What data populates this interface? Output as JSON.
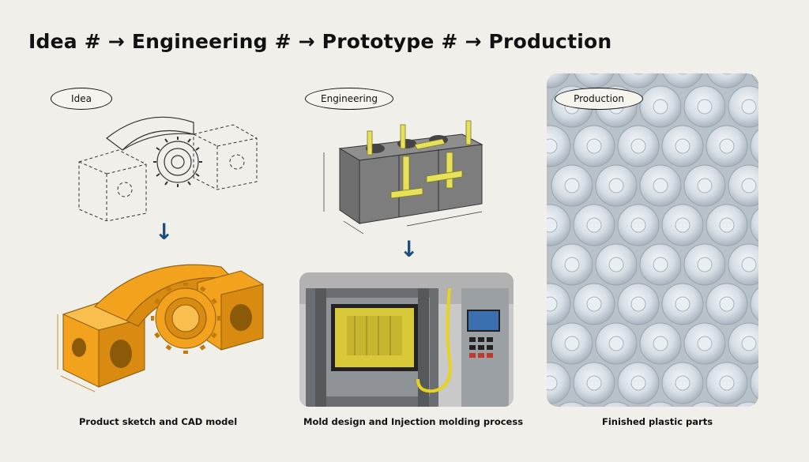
{
  "header": {
    "title": "Idea # → Engineering # → Prototype # → Production"
  },
  "stages": {
    "idea": {
      "label": "Idea",
      "caption": "Product sketch and CAD model"
    },
    "engineering": {
      "label": "Engineering",
      "caption": "Mold design and Injection molding process"
    },
    "production": {
      "label": "Production",
      "caption": "Finished plastic parts"
    }
  },
  "arrows": {
    "glyph": "↓"
  },
  "colors": {
    "cad_orange": "#f2a21c",
    "mold_yellow": "#e6e05a",
    "arrow_blue": "#1f4d7a",
    "background": "#f1efe9"
  }
}
